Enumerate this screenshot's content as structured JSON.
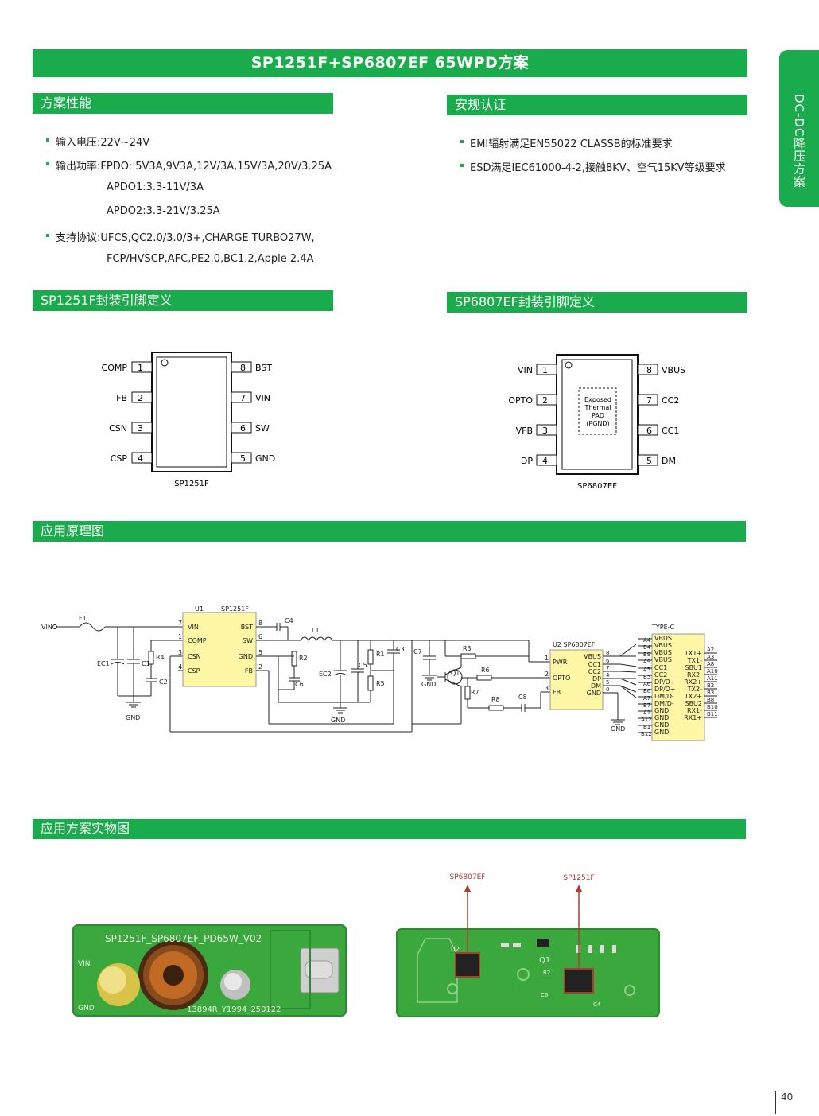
{
  "header": {
    "title": "SP1251F+SP6807EF 65WPD方案"
  },
  "side_tab": {
    "label": "DC-DC降压方案"
  },
  "sections": {
    "performance": "方案性能",
    "certification": "安规认证",
    "pin_1251": "SP1251F封装引脚定义",
    "pin_6807": "SP6807EF封装引脚定义",
    "schematic": "应用原理图",
    "photo": "应用方案实物图"
  },
  "performance": [
    {
      "bullet": true,
      "text": "输入电压:22V~24V"
    },
    {
      "bullet": true,
      "text": "输出功率:FPDO: 5V3A,9V3A,12V/3A,15V/3A,20V/3.25A"
    },
    {
      "bullet": false,
      "text": "APDO1:3.3-11V/3A"
    },
    {
      "bullet": false,
      "text": "APDO2:3.3-21V/3.25A"
    },
    {
      "bullet": true,
      "text": "支持协议:UFCS,QC2.0/3.0/3+,CHARGE TURBO27W,"
    },
    {
      "bullet": false,
      "text": "FCP/HVSCP,AFC,PE2.0,BC1.2,Apple 2.4A"
    }
  ],
  "certification": [
    "EMI辐射满足EN55022 CLASSB的标准要求",
    "ESD满足IEC61000-4-2,接触8KV、空气15KV等级要求"
  ],
  "sp1251f": {
    "name": "SP1251F",
    "left_pins": [
      {
        "num": "1",
        "label": "COMP"
      },
      {
        "num": "2",
        "label": "FB"
      },
      {
        "num": "3",
        "label": "CSN"
      },
      {
        "num": "4",
        "label": "CSP"
      }
    ],
    "right_pins": [
      {
        "num": "8",
        "label": "BST"
      },
      {
        "num": "7",
        "label": "VIN"
      },
      {
        "num": "6",
        "label": "SW"
      },
      {
        "num": "5",
        "label": "GND"
      }
    ]
  },
  "sp6807ef": {
    "name": "SP6807EF",
    "pad_lines": [
      "Exposed",
      "Thermal",
      "PAD",
      "(PGND)"
    ],
    "left_pins": [
      {
        "num": "1",
        "label": "VIN"
      },
      {
        "num": "2",
        "label": "OPTO"
      },
      {
        "num": "3",
        "label": "VFB"
      },
      {
        "num": "4",
        "label": "DP"
      }
    ],
    "right_pins": [
      {
        "num": "8",
        "label": "VBUS"
      },
      {
        "num": "7",
        "label": "CC2"
      },
      {
        "num": "6",
        "label": "CC1"
      },
      {
        "num": "5",
        "label": "DM"
      }
    ]
  },
  "schematic": {
    "vin": "VIN",
    "f1": "F1",
    "u1_ref": "U1",
    "u1_name": "SP1251F",
    "u1_left": [
      "VIN",
      "COMP",
      "CSN",
      "CSP"
    ],
    "u1_left_nums": [
      "7",
      "1",
      "3",
      "4"
    ],
    "u1_right": [
      "BST",
      "SW",
      "GND",
      "FB"
    ],
    "u1_right_nums": [
      "8",
      "6",
      "5",
      "2"
    ],
    "u2_ref": "U2 SP6807EF",
    "u2_left": [
      "PWR",
      "OPTO",
      "FB"
    ],
    "u2_left_nums": [
      "1",
      "2",
      "3"
    ],
    "u2_right": [
      "VBUS",
      "CC1",
      "CC2",
      "DP",
      "DM",
      "GND"
    ],
    "u2_right_nums": [
      "8",
      "6",
      "7",
      "4",
      "5",
      "0"
    ],
    "parts": {
      "ec1": "EC1",
      "c1": "C1",
      "r4": "R4",
      "c2": "C2",
      "c4": "C4",
      "l1": "L1",
      "r2": "R2",
      "c6": "C6",
      "ec2": "EC2",
      "c5": "C5",
      "r1": "R1",
      "r5": "R5",
      "c3": "C3",
      "c7": "C7",
      "r3": "R3",
      "r6": "R6",
      "q1": "Q1",
      "r7": "R7",
      "r8": "R8",
      "c8": "C8"
    },
    "gnd": "GND",
    "typec_title": "TYPE-C",
    "typec_left_pins": [
      "A4",
      "B4",
      "B9",
      "A9",
      "A5",
      "B5",
      "A6",
      "B6",
      "A7",
      "B7",
      "A1",
      "A12",
      "B1",
      "B12"
    ],
    "typec_left_labels": [
      "VBUS",
      "VBUS",
      "VBUS",
      "VBUS",
      "CC1",
      "CC2",
      "DP/D+",
      "DP/D+",
      "DM/D-",
      "DM/D-",
      "GND",
      "GND",
      "GND",
      "GND"
    ],
    "typec_right_labels": [
      "TX1+",
      "TX1-",
      "SBU1",
      "RX2-",
      "RX2+",
      "TX2-",
      "TX2+",
      "SBU2",
      "RX1-",
      "RX1+"
    ],
    "typec_right_pins": [
      "A2",
      "A3",
      "A8",
      "A10",
      "A11",
      "B2",
      "B3",
      "B8",
      "B10",
      "B11"
    ]
  },
  "photos": {
    "board1_silk": "SP1251F_SP6807EF_PD65W_V02",
    "board1_vin": "VIN",
    "board1_gnd": "GND",
    "board1_serial": "13894R_Y1994_250122",
    "callout_6807": "SP6807EF",
    "callout_1251": "SP1251F",
    "silk_u2": "U2",
    "silk_q1": "Q1",
    "silk_r2": "R2",
    "silk_c6": "C6",
    "silk_c4": "C4"
  },
  "page": {
    "number": "40"
  },
  "colors": {
    "green": "#1aac4c",
    "pcb": "#3aa83c",
    "callout": "#b03a2e",
    "chip_pad": "#fff6a6"
  }
}
